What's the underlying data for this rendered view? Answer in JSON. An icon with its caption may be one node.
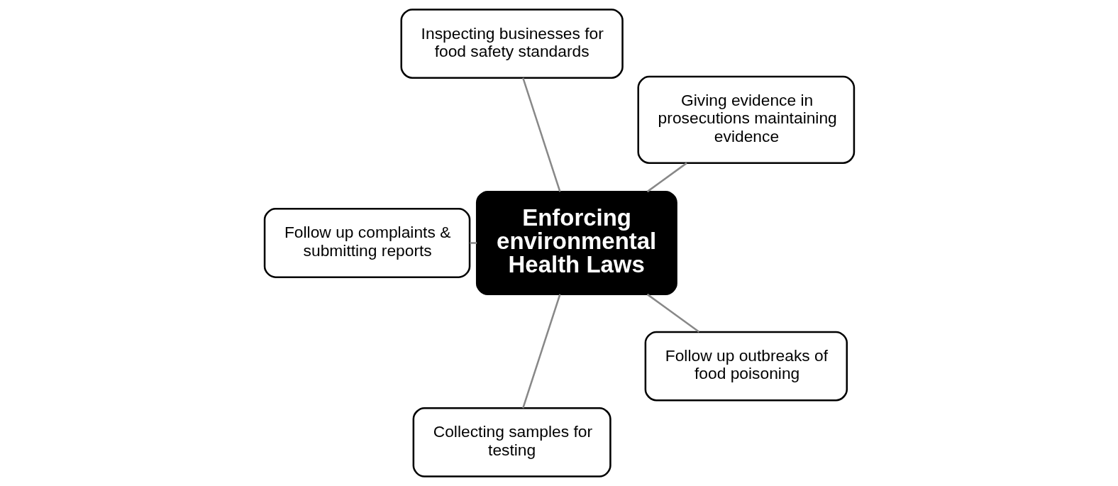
{
  "diagram": {
    "nodes": [
      {
        "text": [
          "Enforcing environmental Health Laws"
        ]
      },
      {
        "text": [
          "Giving evidence in prosecutions maintaining evidence"
        ]
      },
      {
        "text": [
          "Inspecting businesses for food safety standards"
        ]
      },
      {
        "text": [
          "Follow up complaints & submitting reports"
        ]
      },
      {
        "text": [
          "Collecting samples for testing"
        ]
      },
      {
        "text": [
          "Follow up outbreaks of food poisoning"
        ]
      }
    ],
    "edges": [
      {
        "from": 0,
        "to": 1,
        "arrow": "none"
      },
      {
        "from": 0,
        "to": 2,
        "arrow": "none"
      },
      {
        "from": 0,
        "to": 3,
        "arrow": "none"
      },
      {
        "from": 0,
        "to": 4,
        "arrow": "none"
      },
      {
        "from": 0,
        "to": 5,
        "arrow": "none"
      }
    ]
  }
}
